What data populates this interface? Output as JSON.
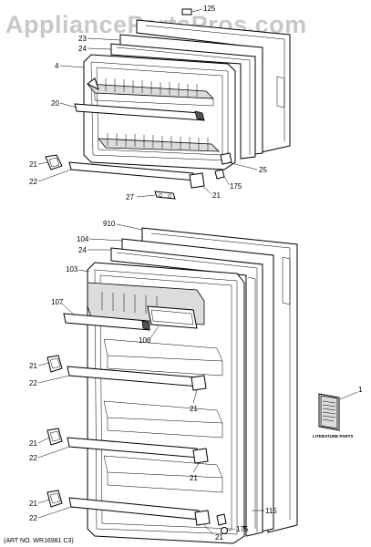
{
  "watermark": "AppliancePartsPros.com",
  "art_number": "(ART NO. WR16981 C3)",
  "literature_text": "LITERATURE PARTS",
  "callouts": {
    "c125": "125",
    "c23": "23",
    "c24_top": "24",
    "c4": "4",
    "c20": "20",
    "c25": "25",
    "c21_top_left": "21",
    "c22_top": "22",
    "c175_top": "175",
    "c27": "27",
    "c21_top_right": "21",
    "c910": "910",
    "c104": "104",
    "c24_bottom": "24",
    "c103": "103",
    "c107": "107",
    "c106": "106",
    "c1": "1",
    "c21_row1_left": "21",
    "c22_row1": "22",
    "c21_row1_right": "21",
    "c21_row2_left": "21",
    "c22_row2": "22",
    "c21_row2_right": "21",
    "c21_row3_left": "21",
    "c22_row3": "22",
    "c115": "115",
    "c175_bottom": "175",
    "c21_row3_right": "21"
  }
}
